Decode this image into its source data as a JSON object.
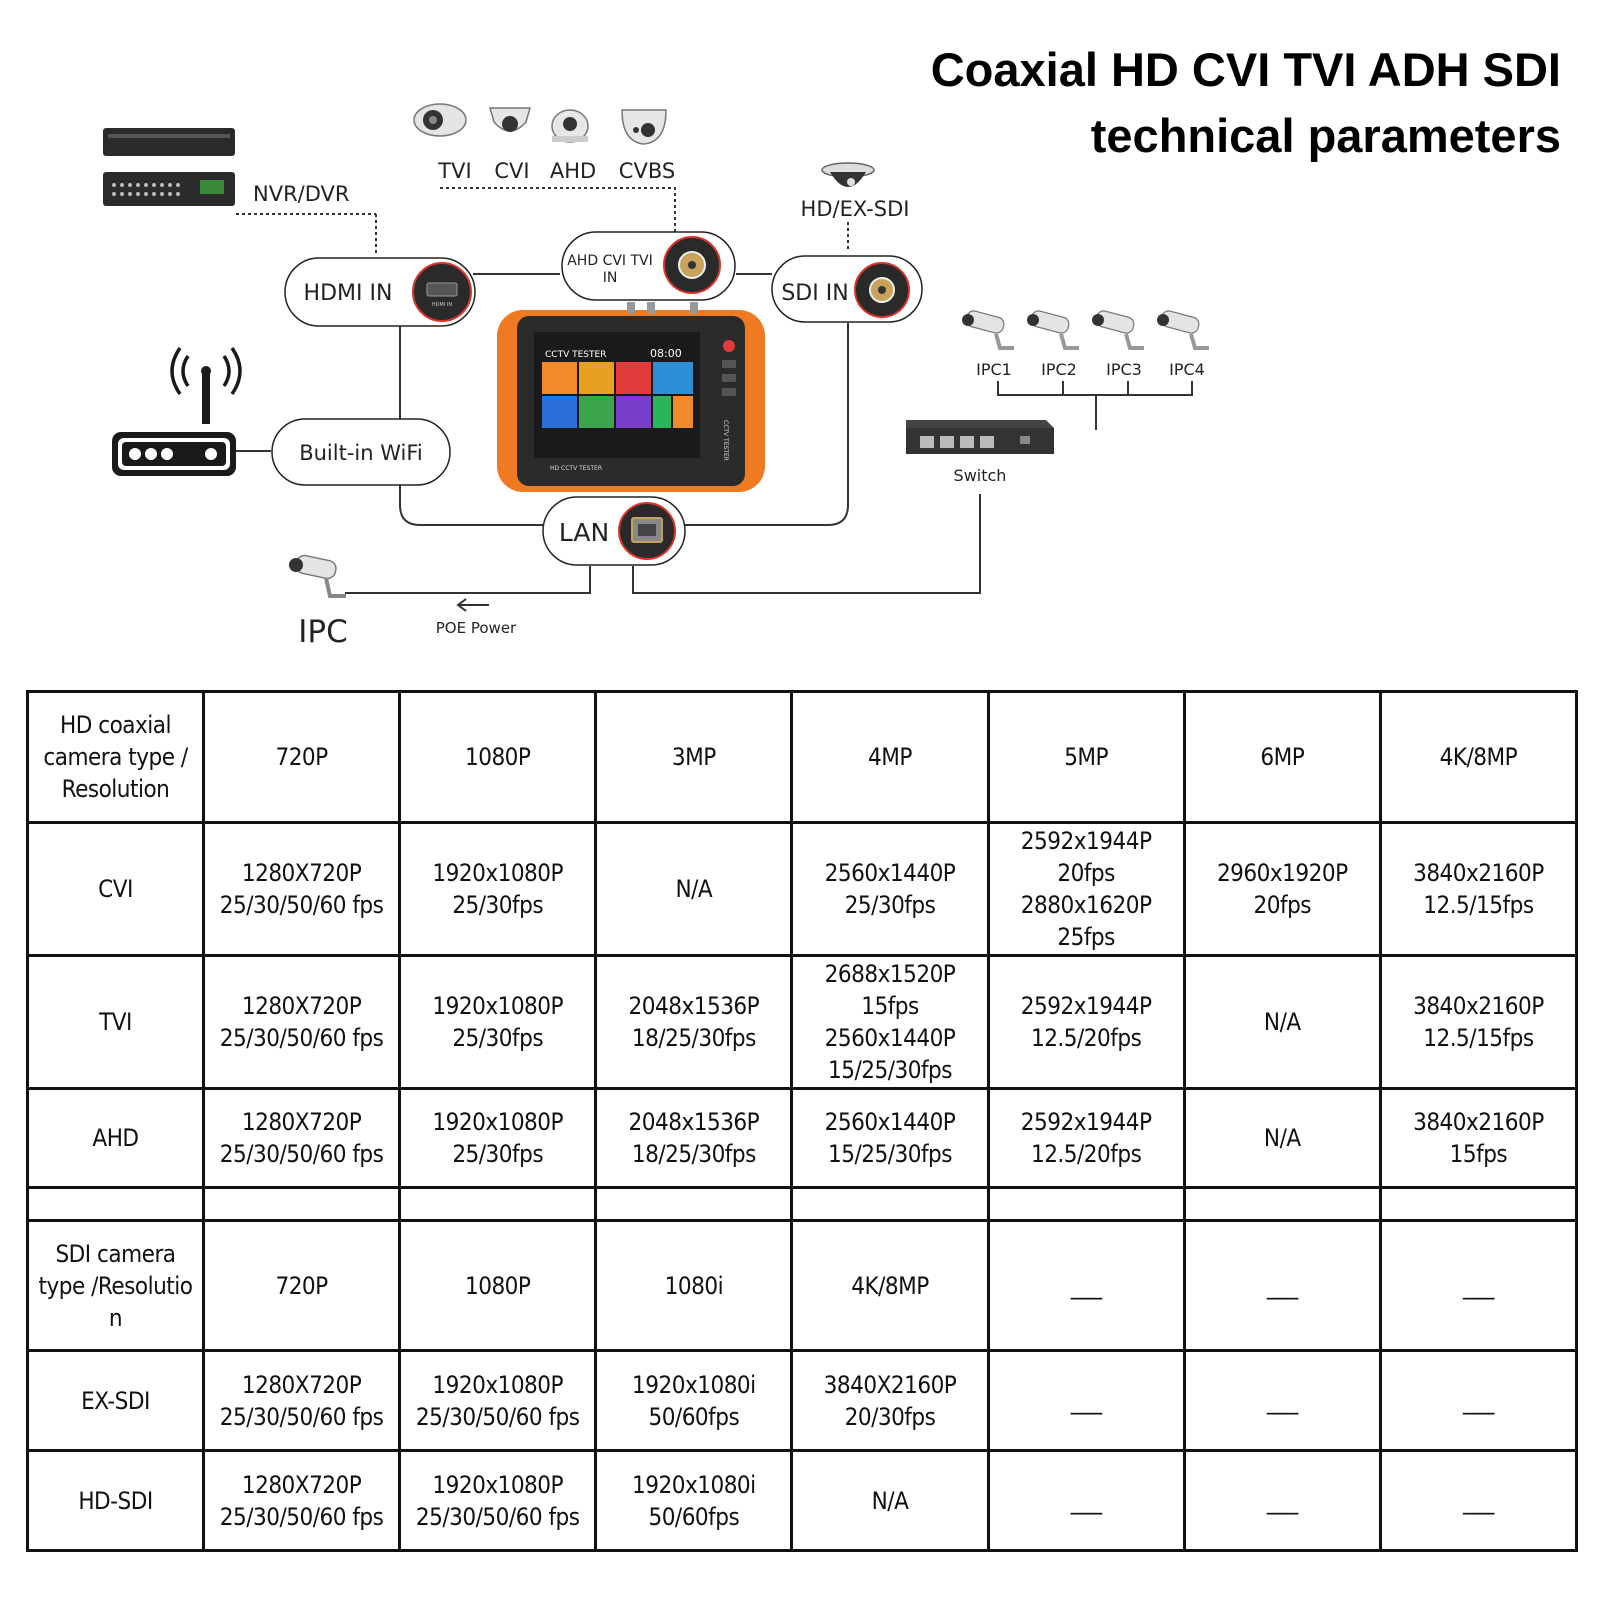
{
  "header": {
    "title_line1": "Coaxial HD CVI TVI ADH SDI",
    "title_line2": "technical parameters"
  },
  "diagram": {
    "nvr_label": "NVR/DVR",
    "camera_types": [
      "TVI",
      "CVI",
      "AHD",
      "CVBS"
    ],
    "hd_sdi_label": "HD/EX-SDI",
    "hdmi_label": "HDMI IN",
    "hdmi_port_text": "HDMI IN",
    "coax_label_line1": "AHD CVI TVI",
    "coax_label_line2": "IN",
    "sdi_label": "SDI IN",
    "wifi_label": "Built-in WiFi",
    "lan_label": "LAN",
    "ipc_label": "IPC",
    "poe_label": "POE Power",
    "switch_label": "Switch",
    "ipc_cameras": [
      "IPC1",
      "IPC2",
      "IPC3",
      "IPC4"
    ],
    "tester_screen": {
      "title": "CCTV TESTER",
      "time": "08:00",
      "bottom_label": "HD CCTV TESTER",
      "side_label": "CCTV TESTER"
    },
    "colors": {
      "tester_body": "#f07a22",
      "screen": "#1a1a1a",
      "port_ring": "#d9342b"
    }
  },
  "table": {
    "rows": [
      [
        "HD coaxial camera type / Resolution",
        "720P",
        "1080P",
        "3MP",
        "4MP",
        "5MP",
        "6MP",
        "4K/8MP"
      ],
      [
        "CVI",
        "1280X720P 25/30/50/60 fps",
        "1920x1080P 25/30fps",
        "N/A",
        "2560x1440P 25/30fps",
        "2592x1944P 20fps 2880x1620P 25fps",
        "2960x1920P 20fps",
        "3840x2160P 12.5/15fps"
      ],
      [
        "TVI",
        "1280X720P 25/30/50/60 fps",
        "1920x1080P 25/30fps",
        "2048x1536P 18/25/30fps",
        "2688x1520P 15fps 2560x1440P 15/25/30fps",
        "2592x1944P 12.5/20fps",
        "N/A",
        "3840x2160P 12.5/15fps"
      ],
      [
        "AHD",
        "1280X720P 25/30/50/60 fps",
        "1920x1080P 25/30fps",
        "2048x1536P 18/25/30fps",
        "2560x1440P 15/25/30fps",
        "2592x1944P 12.5/20fps",
        "N/A",
        "3840x2160P 15fps"
      ],
      [
        "",
        "",
        "",
        "",
        "",
        "",
        "",
        ""
      ],
      [
        "SDI camera type /Resolutio n",
        "720P",
        "1080P",
        "1080i",
        "4K/8MP",
        "___",
        "___",
        "___"
      ],
      [
        "EX-SDI",
        "1280X720P 25/30/50/60 fps",
        "1920x1080P 25/30/50/60 fps",
        "1920x1080i 50/60fps",
        "3840X2160P 20/30fps",
        "___",
        "___",
        "___"
      ],
      [
        "HD-SDI",
        "1280X720P 25/30/50/60 fps",
        "1920x1080P 25/30/50/60 fps",
        "1920x1080i 50/60fps",
        "N/A",
        "___",
        "___",
        "___"
      ]
    ]
  }
}
